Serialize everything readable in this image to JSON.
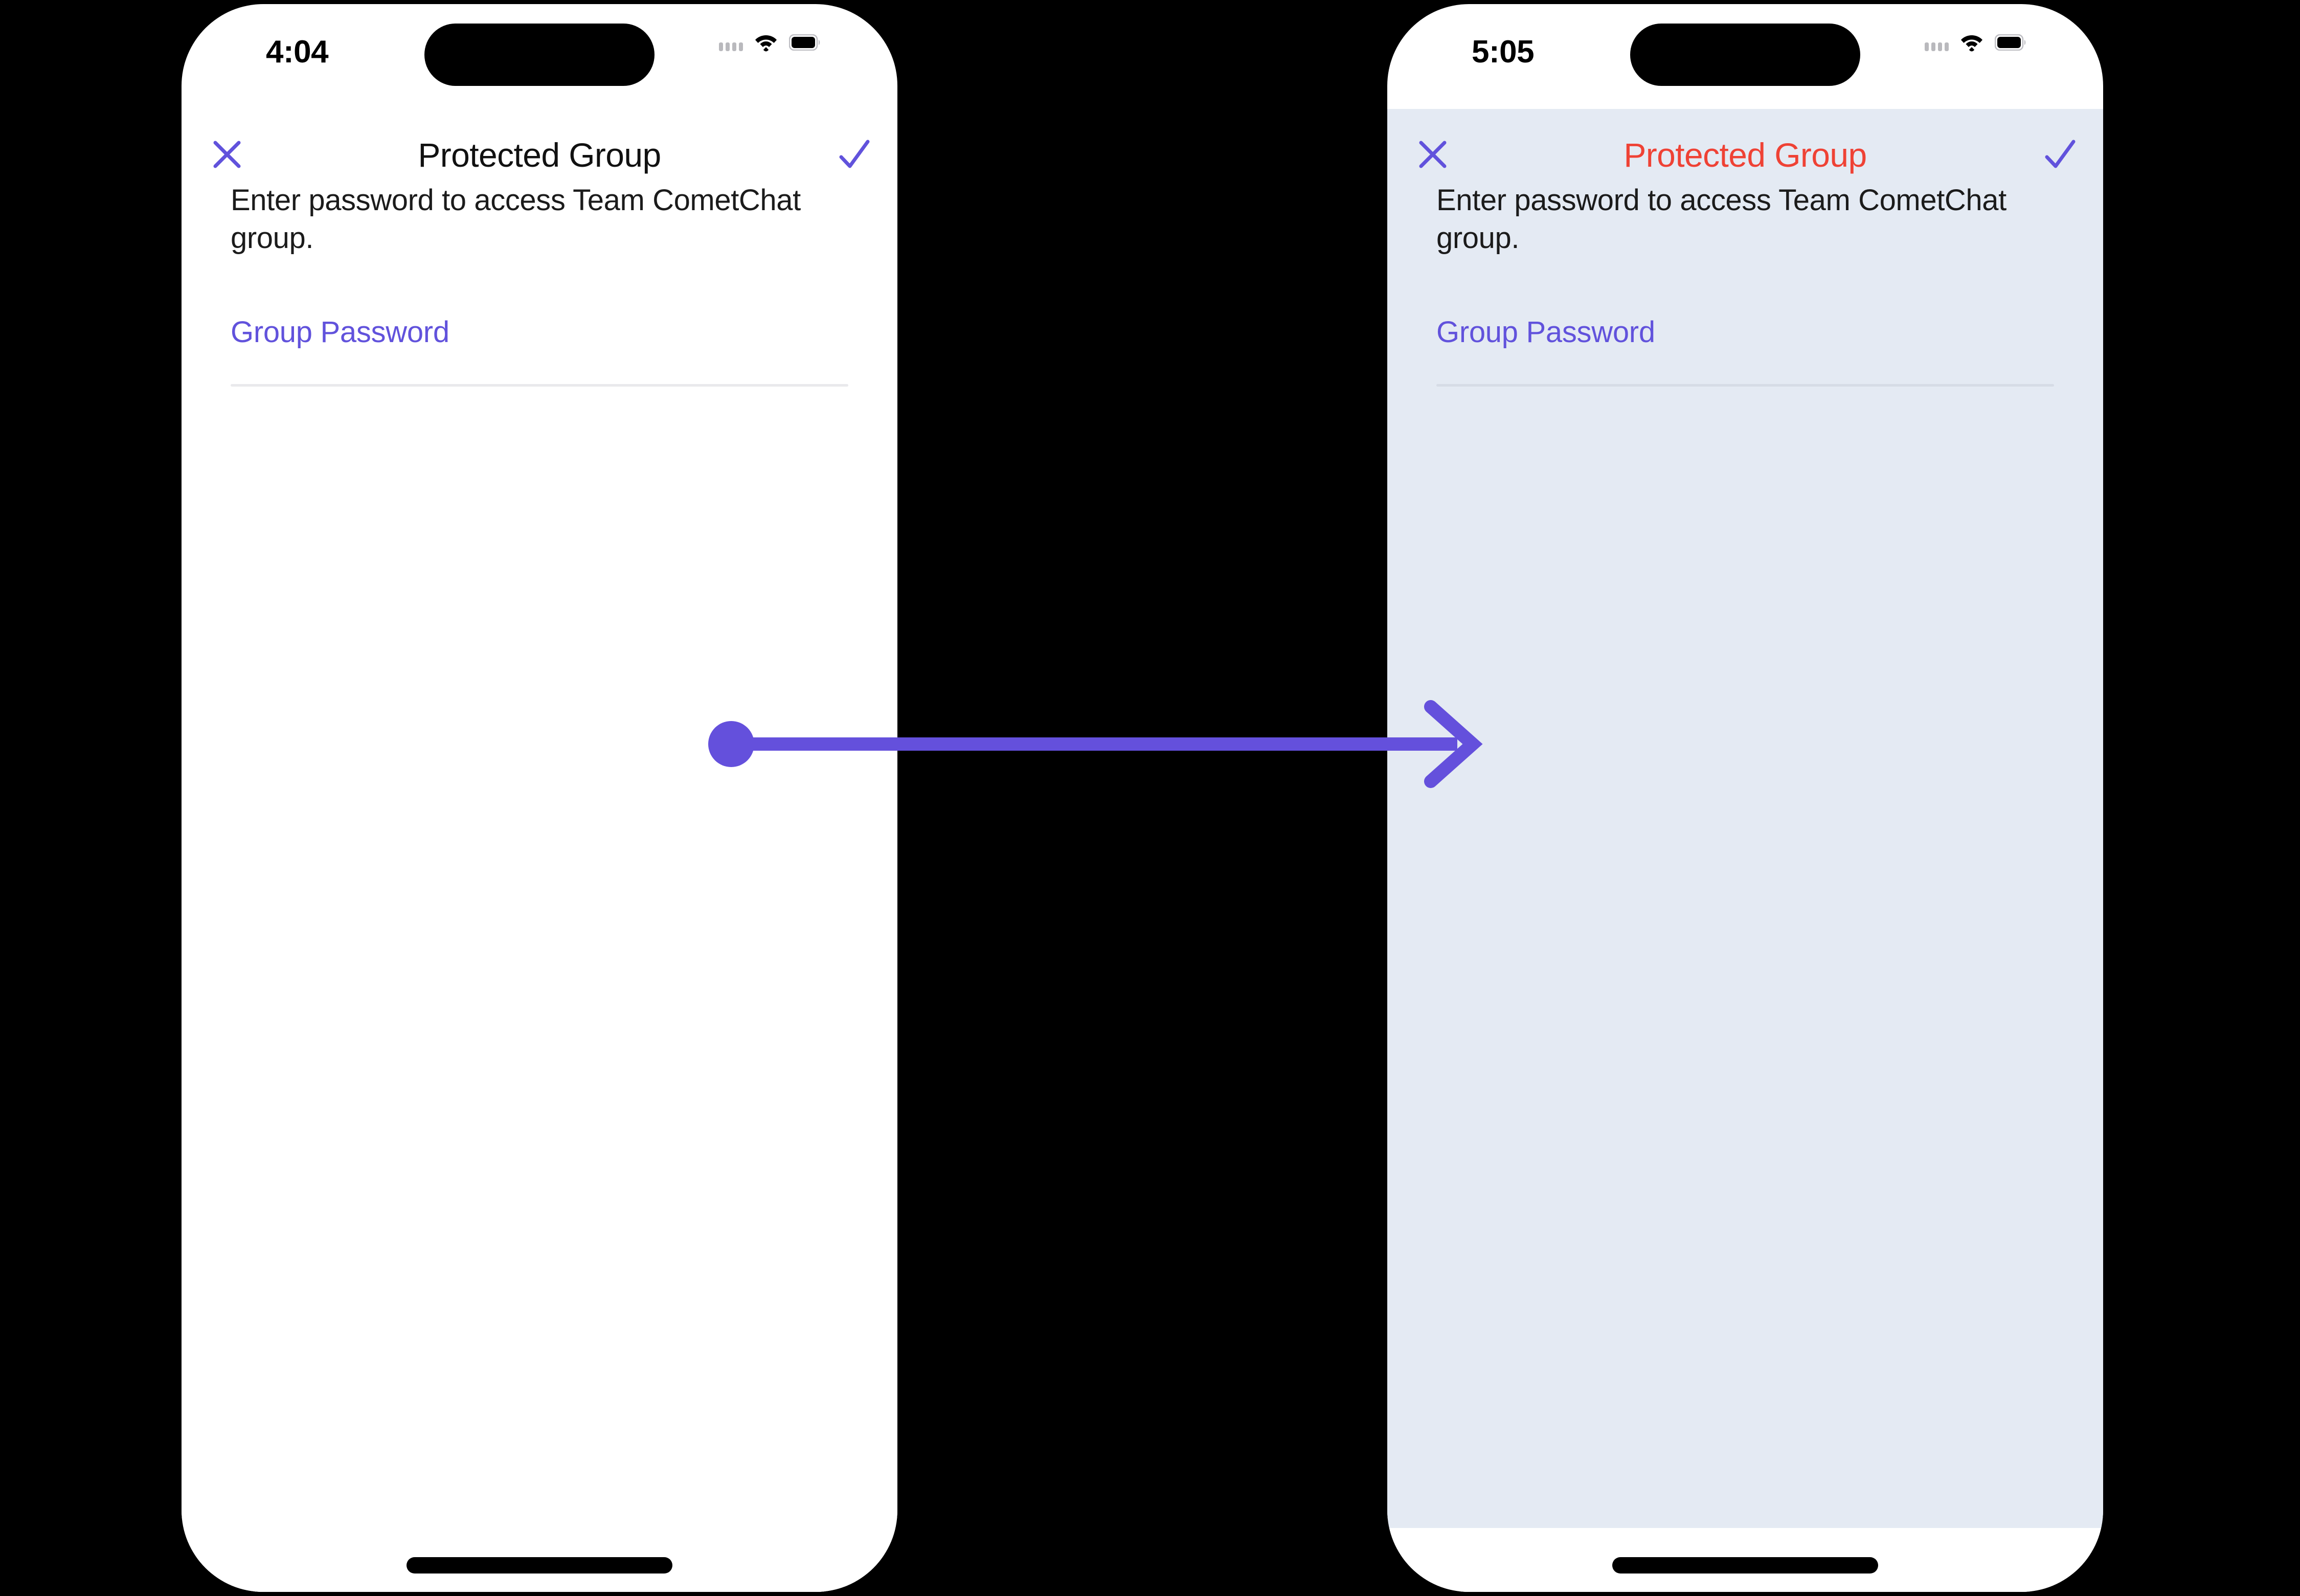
{
  "colors": {
    "accent_purple": "#6152dc",
    "arrow_purple": "#6450dc",
    "error_red": "#ef4235",
    "tinted_background": "#e4eaf3",
    "plain_background": "#ffffff",
    "field_underline": "#e9e9ec"
  },
  "screens": [
    {
      "id": "before",
      "status_bar": {
        "time": "4:04",
        "cellular_icon": "cellular-dots-icon",
        "wifi_icon": "wifi-icon",
        "battery_icon": "battery-icon"
      },
      "nav": {
        "close_icon": "close-x-icon",
        "title": "Protected Group",
        "title_state": "normal",
        "done_icon": "checkmark-icon"
      },
      "subtitle": "Enter password to access Team CometChat group.",
      "password_field": {
        "placeholder": "Group Password",
        "value": ""
      },
      "background_state": "plain",
      "home_indicator": "home-indicator-bar"
    },
    {
      "id": "after",
      "status_bar": {
        "time": "5:05",
        "cellular_icon": "cellular-dots-icon",
        "wifi_icon": "wifi-icon",
        "battery_icon": "battery-icon"
      },
      "nav": {
        "close_icon": "close-x-icon",
        "title": "Protected Group",
        "title_state": "error",
        "done_icon": "checkmark-icon"
      },
      "subtitle": "Enter password to access Team CometChat group.",
      "password_field": {
        "placeholder": "Group Password",
        "value": ""
      },
      "background_state": "tinted",
      "home_indicator": "home-indicator-bar"
    }
  ],
  "annotation": {
    "type": "arrow",
    "label": "",
    "direction": "left-to-right"
  }
}
